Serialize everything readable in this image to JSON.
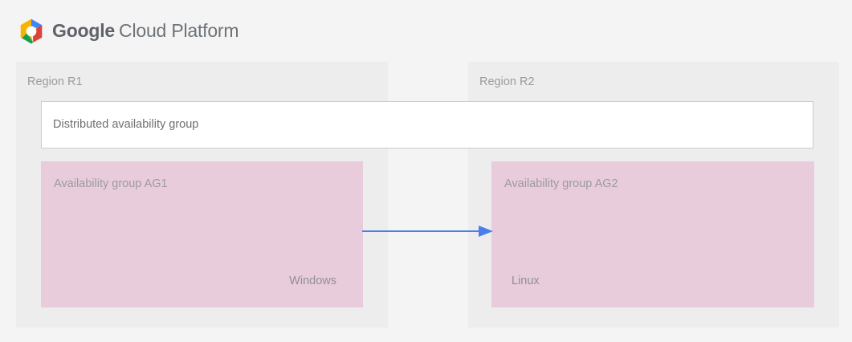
{
  "header": {
    "logo_icon": "google-cloud-platform-hexagon-logo",
    "brand_bold": "Google",
    "brand_rest": "Cloud Platform",
    "colors": {
      "logo_blue": "#4285F4",
      "logo_red": "#DB4437",
      "logo_yellow": "#F4B400",
      "logo_green": "#0F9D58",
      "wordmark": "#5F6368"
    }
  },
  "diagram": {
    "type": "architecture-diagram",
    "page_background": "#F4F4F4",
    "region_background": "#EDEDED",
    "group_background": "#E8CCDC",
    "box_background": "#FFFFFF",
    "box_border": "#CCCCCC",
    "arrow_color": "#4A7FEA",
    "regions": [
      {
        "id": "r1",
        "label": "Region R1",
        "availability_group": {
          "title": "Availability group AG1",
          "os": "Windows"
        }
      },
      {
        "id": "r2",
        "label": "Region R2",
        "availability_group": {
          "title": "Availability group AG2",
          "os": "Linux"
        }
      }
    ],
    "distributed_group": {
      "label": "Distributed availability group"
    },
    "connection": {
      "icon": "arrow-right-icon",
      "from": "Availability group AG1",
      "to": "Availability group AG2",
      "direction": "left-to-right"
    }
  }
}
